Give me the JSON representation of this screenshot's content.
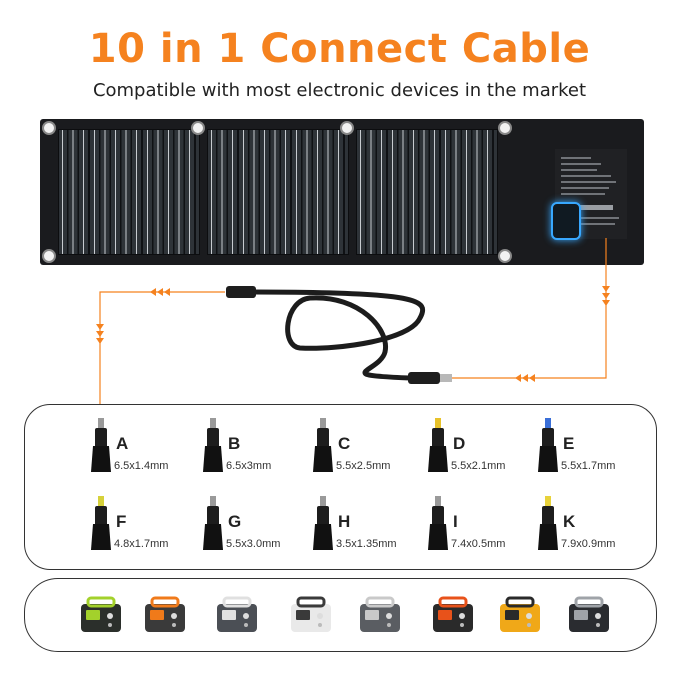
{
  "header": {
    "title": "10 in 1 Connect Cable",
    "subtitle": "Compatible with most electronic devices in the market"
  },
  "colors": {
    "accent": "#f5821f",
    "panel": "#1a1b1e",
    "port_glow": "#38a8ff"
  },
  "connectors": [
    {
      "letter": "A",
      "size": "6.5x1.4mm",
      "tip": "#9a9a9a"
    },
    {
      "letter": "B",
      "size": "6.5x3mm",
      "tip": "#9a9a9a"
    },
    {
      "letter": "C",
      "size": "5.5x2.5mm",
      "tip": "#9a9a9a"
    },
    {
      "letter": "D",
      "size": "5.5x2.1mm",
      "tip": "#e8c22a"
    },
    {
      "letter": "E",
      "size": "5.5x1.7mm",
      "tip": "#3a6fd8"
    },
    {
      "letter": "F",
      "size": "4.8x1.7mm",
      "tip": "#d6d13a"
    },
    {
      "letter": "G",
      "size": "5.5x3.0mm",
      "tip": "#9a9a9a"
    },
    {
      "letter": "H",
      "size": "3.5x1.35mm",
      "tip": "#9a9a9a"
    },
    {
      "letter": "I",
      "size": "7.4x0.5mm",
      "tip": "#9a9a9a"
    },
    {
      "letter": "K",
      "size": "7.9x0.9mm",
      "tip": "#e8d23a"
    }
  ],
  "devices": [
    {
      "icon": "power-station-green-icon",
      "body": "#2b2f2b",
      "accent": "#a3d12b"
    },
    {
      "icon": "power-station-orange-handle-icon",
      "body": "#3a3a3a",
      "accent": "#f07a1a"
    },
    {
      "icon": "power-station-gray-icon",
      "body": "#4b4f55",
      "accent": "#e0e0e0"
    },
    {
      "icon": "power-station-white-icon",
      "body": "#e9e9e9",
      "accent": "#3a3a3a"
    },
    {
      "icon": "power-station-dark-gray-icon",
      "body": "#5a5d62",
      "accent": "#c9c9c9"
    },
    {
      "icon": "power-station-orange-icon",
      "body": "#2a2a2a",
      "accent": "#e8521a"
    },
    {
      "icon": "power-station-yellow-icon",
      "body": "#f0a818",
      "accent": "#2a2a2a"
    },
    {
      "icon": "power-station-black-icon",
      "body": "#2a2c30",
      "accent": "#9fa3a8"
    }
  ]
}
